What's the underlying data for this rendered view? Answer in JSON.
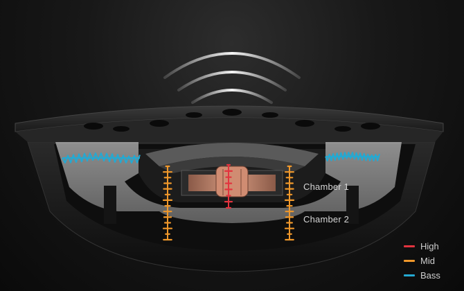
{
  "labels": {
    "chamber_1": "Chamber 1",
    "chamber_2": "Chamber 2"
  },
  "legend": [
    {
      "label": "High",
      "color": "#e2343f"
    },
    {
      "label": "Mid",
      "color": "#f0982b"
    },
    {
      "label": "Bass",
      "color": "#24a9d2"
    }
  ],
  "colors": {
    "high": "#e2343f",
    "mid": "#f0982b",
    "bass": "#24a9d2",
    "shell": "#1b1b1b",
    "chamber_gray": "#8c8c8c",
    "magnet": "#c98a6e"
  },
  "icons": {
    "sound_waves": "sound-waves-icon",
    "high_wave": "high-frequency-wave-icon",
    "mid_wave": "mid-frequency-wave-icon",
    "bass_wave": "bass-frequency-wave-icon"
  }
}
